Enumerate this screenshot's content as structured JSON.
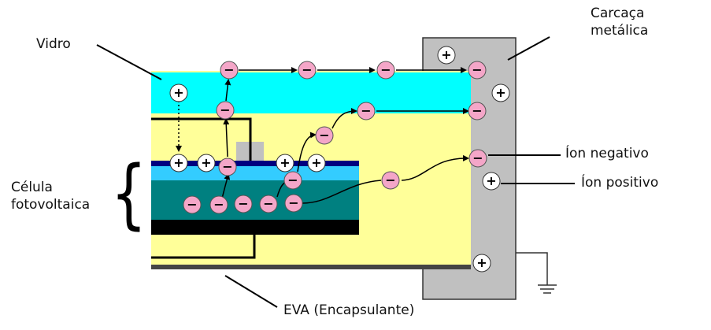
{
  "labels": {
    "vidro": "Vidro",
    "carcaca_line1": "Carcaça",
    "carcaca_line2": "metálica",
    "celula_line1": "Célula",
    "celula_line2": "fotovoltaica",
    "eva": "EVA (Encapsulante)",
    "ion_negativo": "Íon negativo",
    "ion_positivo": "Íon positivo"
  },
  "symbols": {
    "negative": "−",
    "positive": "+"
  },
  "colors": {
    "glass": "#00ffff",
    "eva": "#ffff99",
    "cell_top_layer": "#33ccff",
    "cell_body": "#008080",
    "cell_back": "#000000",
    "frame": "#c0c0c0",
    "negative_ion": "#f4a6c8",
    "positive_ion": "#ffffff",
    "electrode": "#000080",
    "contact_pad": "#c0c0c0"
  },
  "icons": {
    "negative_ion": "pink-circle-minus-icon",
    "positive_ion": "white-circle-plus-icon",
    "ground": "ground-symbol-icon",
    "brace": "curly-brace-icon"
  }
}
